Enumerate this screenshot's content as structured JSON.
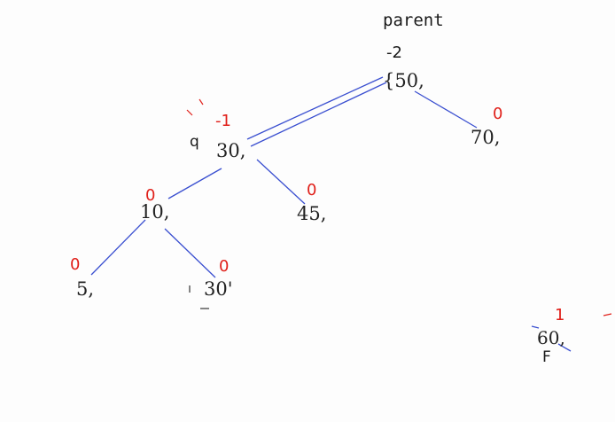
{
  "diagram": {
    "labels": {
      "parent": "parent",
      "q": "q",
      "p": "F"
    },
    "nodes": {
      "n50": {
        "key": "{50,",
        "balance": "-2"
      },
      "n30": {
        "key": "30,",
        "balance": "-1"
      },
      "n70": {
        "key": "70,",
        "balance": "0"
      },
      "n10": {
        "key": "10,",
        "balance": "0"
      },
      "n45": {
        "key": "45,",
        "balance": "0"
      },
      "n5": {
        "key": "5,",
        "balance": "0"
      },
      "n30b": {
        "key": "30'",
        "balance": "0"
      },
      "n60": {
        "key": "60,",
        "balance": "1"
      }
    },
    "colors": {
      "edge": "#3a4fd0",
      "balance": "#e0201a",
      "text": "#222222"
    }
  }
}
